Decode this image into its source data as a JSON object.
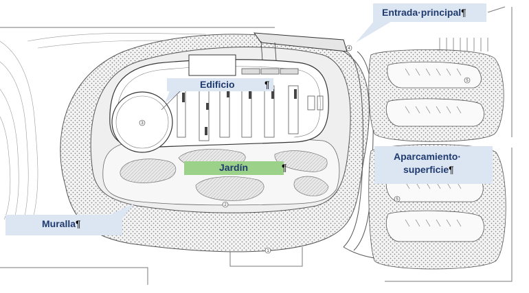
{
  "plan": {
    "markers": [
      "1",
      "2",
      "3",
      "4",
      "5",
      "5"
    ]
  },
  "labels": {
    "entrada": "Entrada·principal",
    "edificio": "Edificio",
    "jardin": "Jardín",
    "aparcamiento_line1": "Aparcamiento·",
    "aparcamiento_line2": "superficie",
    "muralla": "Muralla",
    "pilcrow": "¶"
  },
  "colors": {
    "callout_box": "#dce5f2",
    "garden_box": "#9cd18a",
    "label_text": "#1f3a6e"
  }
}
